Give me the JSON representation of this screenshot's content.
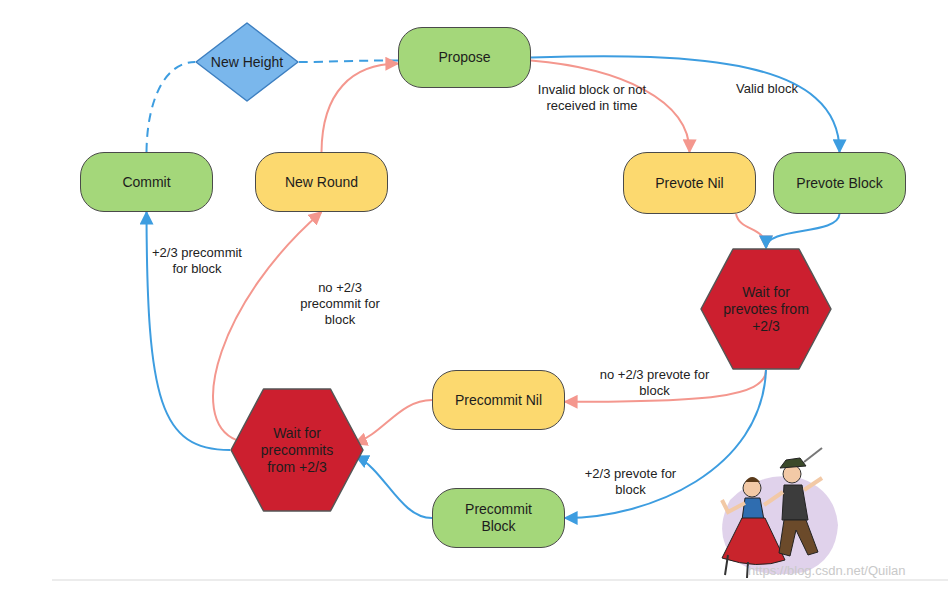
{
  "diagram": {
    "nodes": [
      {
        "text": [
          "New Height"
        ]
      },
      {
        "text": [
          "Propose"
        ]
      },
      {
        "text": [
          "Commit"
        ]
      },
      {
        "text": [
          "New Round"
        ]
      },
      {
        "text": [
          "Prevote Nil"
        ]
      },
      {
        "text": [
          "Prevote Block"
        ]
      },
      {
        "text": [
          "Wait for prevotes from +2/3"
        ]
      },
      {
        "text": [
          "Precommit Nil"
        ]
      },
      {
        "text": [
          "Wait for precommits from +2/3"
        ]
      },
      {
        "text": [
          "Precommit Block"
        ]
      }
    ],
    "edges": [
      {
        "from": 2,
        "to": 0,
        "arrow": "none"
      },
      {
        "from": 0,
        "to": 1,
        "arrow": "none"
      },
      {
        "from": 1,
        "to": 4,
        "label": "Invalid block or not received in time",
        "arrow": "to"
      },
      {
        "from": 1,
        "to": 5,
        "label": "Valid block",
        "arrow": "to"
      },
      {
        "from": 4,
        "to": 6,
        "arrow": "to"
      },
      {
        "from": 5,
        "to": 6,
        "arrow": "to"
      },
      {
        "from": 6,
        "to": 7,
        "label": "no +2/3 prevote for block",
        "arrow": "to"
      },
      {
        "from": 6,
        "to": 9,
        "label": "+2/3 prevote for block",
        "arrow": "to"
      },
      {
        "from": 7,
        "to": 8,
        "arrow": "to"
      },
      {
        "from": 9,
        "to": 8,
        "arrow": "to"
      },
      {
        "from": 8,
        "to": 2,
        "label": "+2/3 precommit for block",
        "arrow": "to"
      },
      {
        "from": 8,
        "to": 3,
        "label": "no +2/3 precommit for block",
        "arrow": "to"
      },
      {
        "from": 3,
        "to": 1,
        "arrow": "to"
      }
    ],
    "labels": [
      "https://blog.csdn.net/Quilan"
    ]
  }
}
